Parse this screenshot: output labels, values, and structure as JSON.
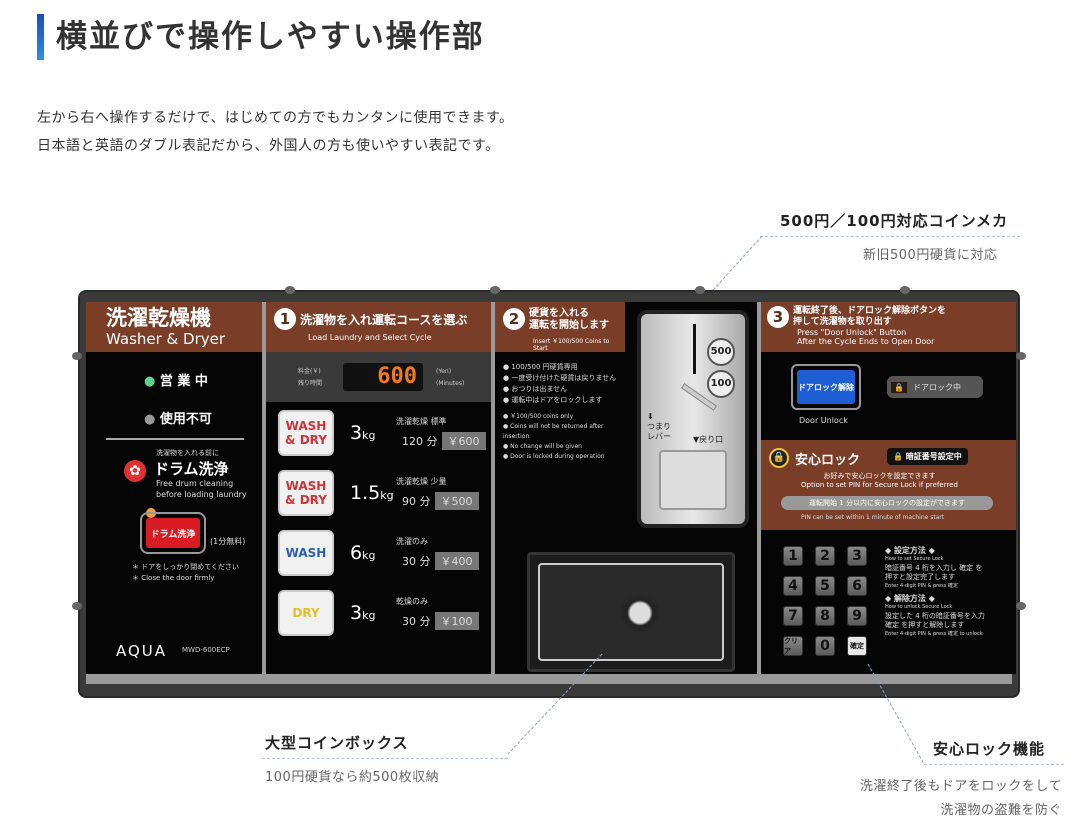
{
  "header": {
    "title": "横並びで操作しやすい操作部",
    "intro": [
      "左から右へ操作するだけで、はじめての方でもカンタンに使用できます。",
      "日本語と英語のダブル表記だから、外国人の方も使いやすい表記です。"
    ]
  },
  "callouts": {
    "coin_mech": {
      "title": "500円／100円対応コインメカ",
      "sub": "新旧500円硬貨に対応"
    },
    "coin_box": {
      "title": "大型コインボックス",
      "sub": "100円硬貨なら約500枚収納"
    },
    "secure_lock": {
      "title": "安心ロック機能",
      "sub1": "洗濯終了後もドアをロックをして",
      "sub2": "洗濯物の盗難を防ぐ"
    }
  },
  "panel": {
    "brand_title_jp": "洗濯乾燥機",
    "brand_title_en": "Washer & Dryer",
    "status_open": "営 業 中",
    "status_unavailable": "使用不可",
    "drum_pre": "洗濯物を入れる前に",
    "drum_title": "ドラム洗浄",
    "drum_en1": "Free drum cleaning",
    "drum_en2": "before loading laundry",
    "drum_button": "ドラム洗浄",
    "drum_free": "(1分無料)",
    "door_note_jp": "＊ ドアをしっかり閉めてください",
    "door_note_en": "＊ Close the door firmly",
    "brand": "AQUA",
    "model": "MWD-600ECP",
    "step1": {
      "num": "1",
      "jp": "洗濯物を入れ運転コースを選ぶ",
      "en": "Load Laundry and Select Cycle",
      "fee_label": "料金(￥)",
      "time_label": "残り時間",
      "display": "600",
      "unit_yen": "(Yen)",
      "unit_min": "(Minutes)"
    },
    "courses": [
      {
        "button": "WASH\n& DRY",
        "color": "#d0343a",
        "kg": "3",
        "name": "洗濯乾燥 標準",
        "min": "120 分",
        "price": "￥600"
      },
      {
        "button": "WASH\n& DRY",
        "color": "#d0343a",
        "kg": "1.5",
        "name": "洗濯乾燥 少量",
        "min": "90 分",
        "price": "￥500"
      },
      {
        "button": "WASH",
        "color": "#2a5fb0",
        "kg": "6",
        "name": "洗濯のみ",
        "min": "30 分",
        "price": "￥400"
      },
      {
        "button": "DRY",
        "color": "#e0c02a",
        "kg": "3",
        "name": "乾燥のみ",
        "min": "30 分",
        "price": "￥100"
      }
    ],
    "kg_unit": "kg",
    "step2": {
      "num": "2",
      "jp1": "硬貨を入れる",
      "jp2": "運転を開始します",
      "en": "Insert ￥100/500 Coins to Start",
      "notes_jp": [
        "100/500 円硬貨専用",
        "一度受け付けた硬貨は戻りません",
        "おつりは出ません",
        "運転中はドアをロックします"
      ],
      "notes_en": [
        "￥100/500 coins only",
        "Coins will not be returned after insertion",
        "No change will be given",
        "Door is locked during operation"
      ],
      "coin500": "500",
      "coin100": "100",
      "lever": "つまり\nレバー",
      "return": "戻り口"
    },
    "step3": {
      "num": "3",
      "jp1": "運転終了後、ドアロック解除ボタンを",
      "jp2": "押して洗濯物を取り出す",
      "en1": "Press \"Door Unlock\" Button",
      "en2": "After the Cycle Ends to Open Door",
      "unlock_button": "ドアロック解除",
      "unlock_label": "Door Unlock",
      "locked_indicator": "ドアロック中"
    },
    "secure": {
      "title": "安心ロック",
      "pin_set": "暗証番号設定中",
      "desc_jp": "お好みで安心ロックを設定できます",
      "desc_en": "Option to set PIN for Secure Lock if preferred",
      "note_jp": "運転開始 1 分以内に安心ロックの設定ができます",
      "note_en": "PIN can be set within 1 minute of machine start"
    },
    "keypad": {
      "keys": [
        "1",
        "2",
        "3",
        "4",
        "5",
        "6",
        "7",
        "8",
        "9",
        "クリア",
        "0",
        "確定"
      ],
      "how_set": "◆ 設定方法 ◆",
      "how_set_en": "How to set Secure Lock",
      "set_jp1": "暗証番号 4 桁を入力し 確定 を",
      "set_jp2": "押すと設定完了します",
      "set_en": "Enter 4-digit PIN & press 確定",
      "how_unlock": "◆ 解除方法 ◆",
      "how_unlock_en": "How to unlock Secure Lock",
      "unlock_jp1": "設定した 4 桁の暗証番号を入力",
      "unlock_jp2": "確定 を押すと解除します",
      "unlock_en": "Enter 4-digit PIN & press 確定 to unlock"
    }
  }
}
